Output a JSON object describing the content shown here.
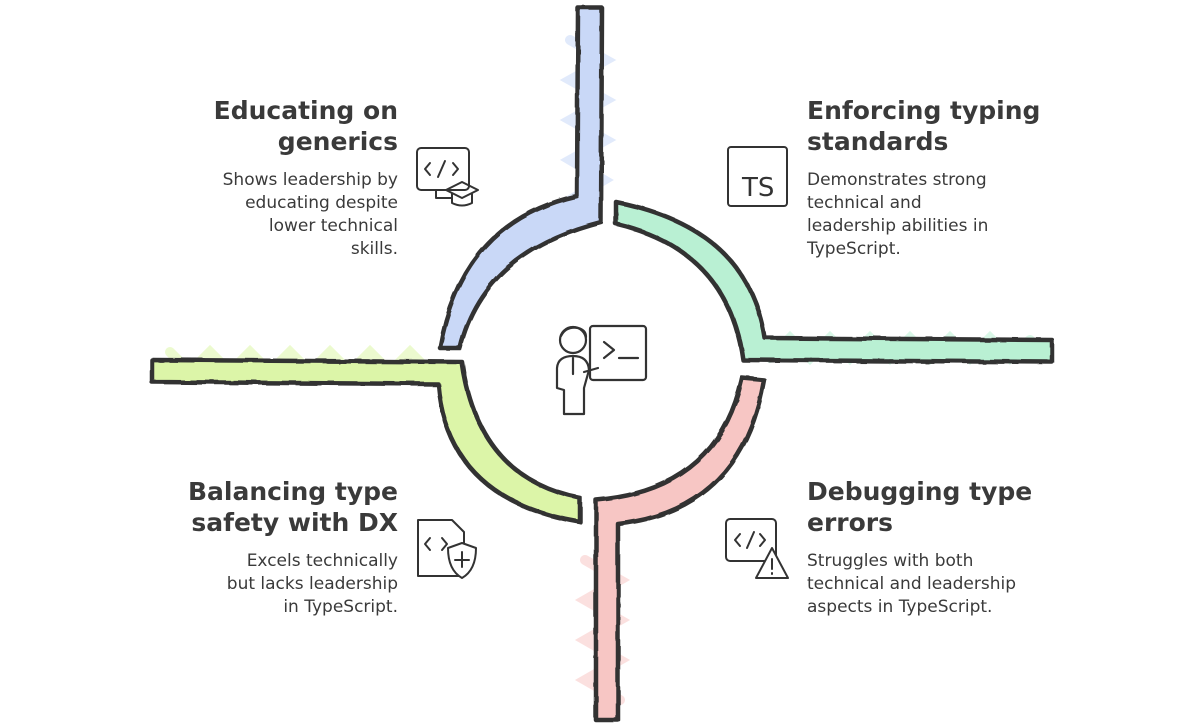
{
  "quadrants": {
    "top_left": {
      "title_line1": "Educating on",
      "title_line2": "generics",
      "desc_line1": "Shows leadership by",
      "desc_line2": "educating despite",
      "desc_line3": "lower technical",
      "desc_line4": "skills.",
      "icon": "code-monitor-graduation-cap-icon",
      "color": "#c9d8f7"
    },
    "top_right": {
      "title_line1": "Enforcing typing",
      "title_line2": "standards",
      "desc_line1": "Demonstrates strong",
      "desc_line2": "technical and",
      "desc_line3": "leadership abilities in",
      "desc_line4": "TypeScript.",
      "icon": "typescript-ts-icon",
      "icon_text": "TS",
      "color": "#b9f0d3"
    },
    "bottom_left": {
      "title_line1": "Balancing type",
      "title_line2": "safety with DX",
      "desc_line1": "Excels technically",
      "desc_line2": "but lacks leadership",
      "desc_line3": "in TypeScript.",
      "icon": "code-file-shield-icon",
      "color": "#dcf5a8"
    },
    "bottom_right": {
      "title_line1": "Debugging type",
      "title_line2": "errors",
      "desc_line1": "Struggles with both",
      "desc_line2": "technical and leadership",
      "desc_line3": "aspects in TypeScript.",
      "icon": "code-window-warning-icon",
      "color": "#f7c6c4"
    }
  },
  "center": {
    "icon": "teacher-terminal-board-icon"
  },
  "stroke_color": "#333333"
}
